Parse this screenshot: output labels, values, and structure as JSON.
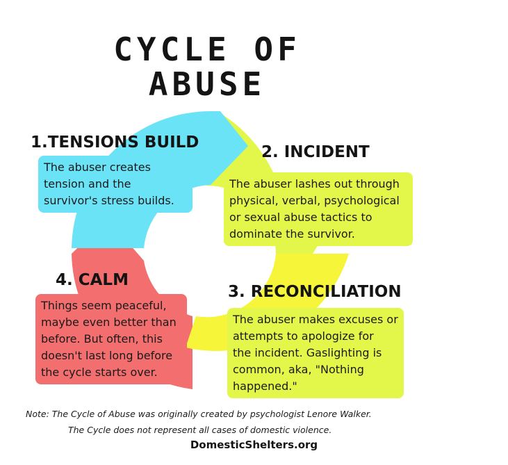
{
  "title": [
    "CYCLE OF",
    "ABUSE"
  ],
  "stages": [
    {
      "heading": "1.TENSIONS BUILD",
      "lines": [
        "The abuser creates",
        "tension and the",
        "survivor's stress builds."
      ]
    },
    {
      "heading": "2. INCIDENT",
      "lines": [
        "The abuser lashes out through",
        "physical, verbal, psychological",
        "or sexual abuse tactics to",
        "dominate the survivor."
      ]
    },
    {
      "heading": "3. RECONCILIATION",
      "lines": [
        "The abuser makes excuses or",
        "attempts to apologize for",
        "the incident. Gaslighting is",
        "common, aka, \"Nothing",
        "happened.\""
      ]
    },
    {
      "heading": "4. CALM",
      "lines": [
        "Things seem peaceful,",
        "maybe even better than",
        "before. But often, this",
        "doesn't last long before",
        "the cycle starts over."
      ]
    }
  ],
  "note": [
    "Note: The Cycle of Abuse was originally created by psychologist Lenore Walker.",
    "The Cycle does not represent all cases of domestic violence."
  ],
  "source": "DomesticShelters.org",
  "colors": {
    "tensions": "#6be3f7",
    "incident": "#e3f74a",
    "reconciliation": "#f7f53a",
    "calm": "#f36e6e",
    "text": "#141414"
  }
}
